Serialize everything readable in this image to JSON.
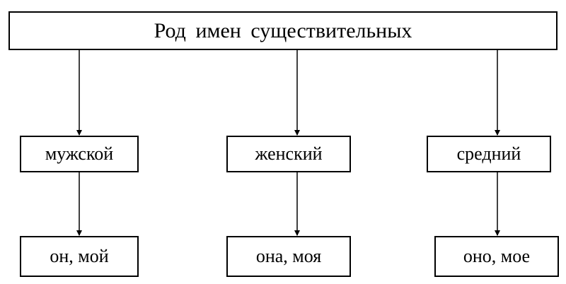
{
  "diagram": {
    "root": "Род имен существительных",
    "genders": [
      {
        "name": "мужской",
        "example": "он, мой"
      },
      {
        "name": "женский",
        "example": "она, моя"
      },
      {
        "name": "средний",
        "example": "оно, мое"
      }
    ]
  }
}
